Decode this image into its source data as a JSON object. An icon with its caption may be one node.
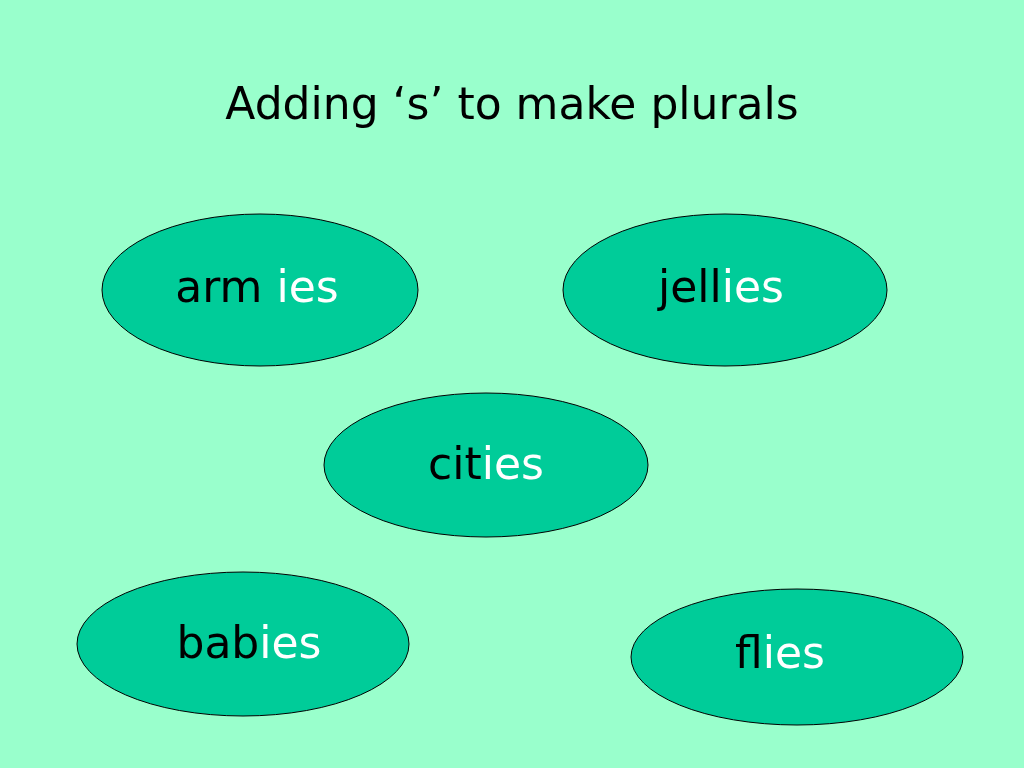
{
  "diagram": {
    "title": "Adding ‘s’ to make plurals",
    "nodes": [
      {
        "text": [
          "arm ies"
        ]
      },
      {
        "text": [
          "jellies"
        ]
      },
      {
        "text": [
          "cities"
        ]
      },
      {
        "text": [
          "babies"
        ]
      },
      {
        "text": [
          "flies"
        ]
      }
    ]
  }
}
